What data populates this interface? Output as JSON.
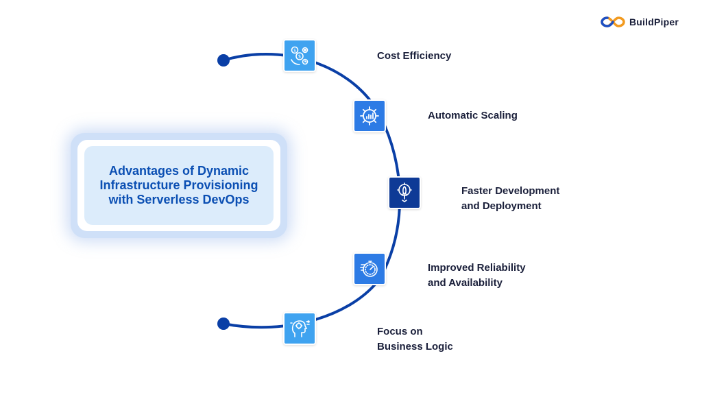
{
  "brand": {
    "name": "BuildPiper"
  },
  "title": "Advantages of Dynamic\nInfrastructure Provisioning\nwith Serverless DevOps",
  "colors": {
    "arc": "#0a3fa6",
    "title_text": "#0b4fb3",
    "label_text": "#1a1f3a",
    "icon_light": "#3fa3f0",
    "icon_mid": "#2d7be5",
    "icon_dark": "#0e3a96"
  },
  "advantages": [
    {
      "label": "Cost Efficiency",
      "icon": "money-cycle-icon"
    },
    {
      "label": "Automatic Scaling",
      "icon": "gear-chart-icon"
    },
    {
      "label": "Faster Development\nand Deployment",
      "icon": "rocket-gear-icon"
    },
    {
      "label": "Improved Reliability\nand Availability",
      "icon": "stopwatch-icon"
    },
    {
      "label": "Focus on\nBusiness Logic",
      "icon": "brain-head-icon"
    }
  ]
}
